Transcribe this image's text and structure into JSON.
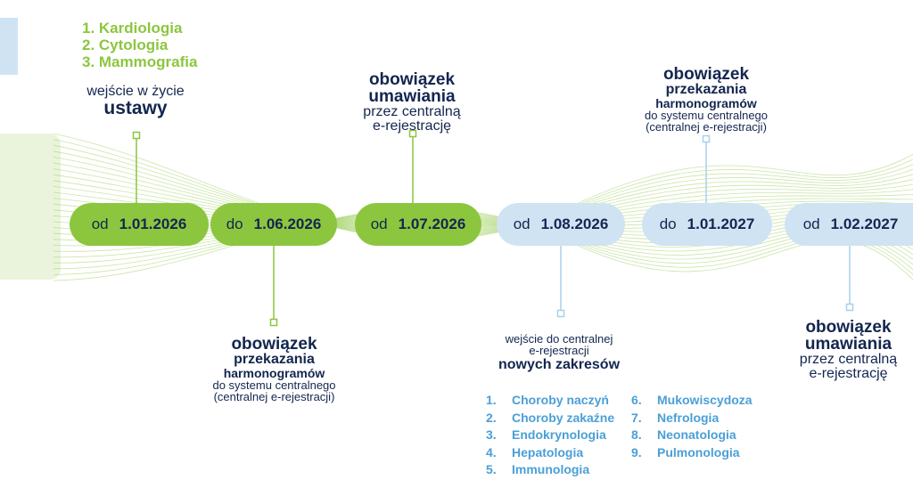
{
  "palette": {
    "green": "#8cc63f",
    "light_blue": "#cfe3f3",
    "navy": "#13264f",
    "blue_text": "#4a9fd6"
  },
  "top_list": [
    "1. Kardiologia",
    "2. Cytologia",
    "3. Mammografia"
  ],
  "milestones": [
    {
      "prefix": "od",
      "date": "1.01.2026"
    },
    {
      "prefix": "do",
      "date": "1.06.2026"
    },
    {
      "prefix": "od",
      "date": "1.07.2026"
    },
    {
      "prefix": "od",
      "date": "1.08.2026"
    },
    {
      "prefix": "do",
      "date": "1.01.2027"
    },
    {
      "prefix": "od",
      "date": "1.02.2027"
    }
  ],
  "labels": {
    "law_entry": {
      "line1": "wejście w życie",
      "line2": "ustawy"
    },
    "schedule_1": {
      "line1": "obowiązek",
      "line2": "przekazania",
      "line3": "harmonogramów",
      "line4": "do systemu centralnego",
      "line5": "(centralnej e-rejestracji)"
    },
    "booking_1": {
      "line1": "obowiązek",
      "line2": "umawiania",
      "line3": "przez centralną",
      "line4": "e-rejestrację"
    },
    "new_scopes": {
      "line1": "wejście do centralnej",
      "line2": "e-rejestracji",
      "line3": "nowych zakresów"
    },
    "schedule_2": {
      "line1": "obowiązek",
      "line2": "przekazania",
      "line3": "harmonogramów",
      "line4": "do systemu centralnego",
      "line5": "(centralnej e-rejestracji)"
    },
    "booking_2": {
      "line1": "obowiązek",
      "line2": "umawiania",
      "line3": "przez centralną",
      "line4": "e-rejestrację"
    }
  },
  "scopes": [
    {
      "num": "1.",
      "name": "Choroby naczyń"
    },
    {
      "num": "2.",
      "name": "Choroby zakaźne"
    },
    {
      "num": "3.",
      "name": "Endokrynologia"
    },
    {
      "num": "4.",
      "name": "Hepatologia"
    },
    {
      "num": "5.",
      "name": "Immunologia"
    },
    {
      "num": "6.",
      "name": "Mukowiscydoza"
    },
    {
      "num": "7.",
      "name": "Nefrologia"
    },
    {
      "num": "8.",
      "name": "Neonatologia"
    },
    {
      "num": "9.",
      "name": "Pulmonologia"
    }
  ]
}
